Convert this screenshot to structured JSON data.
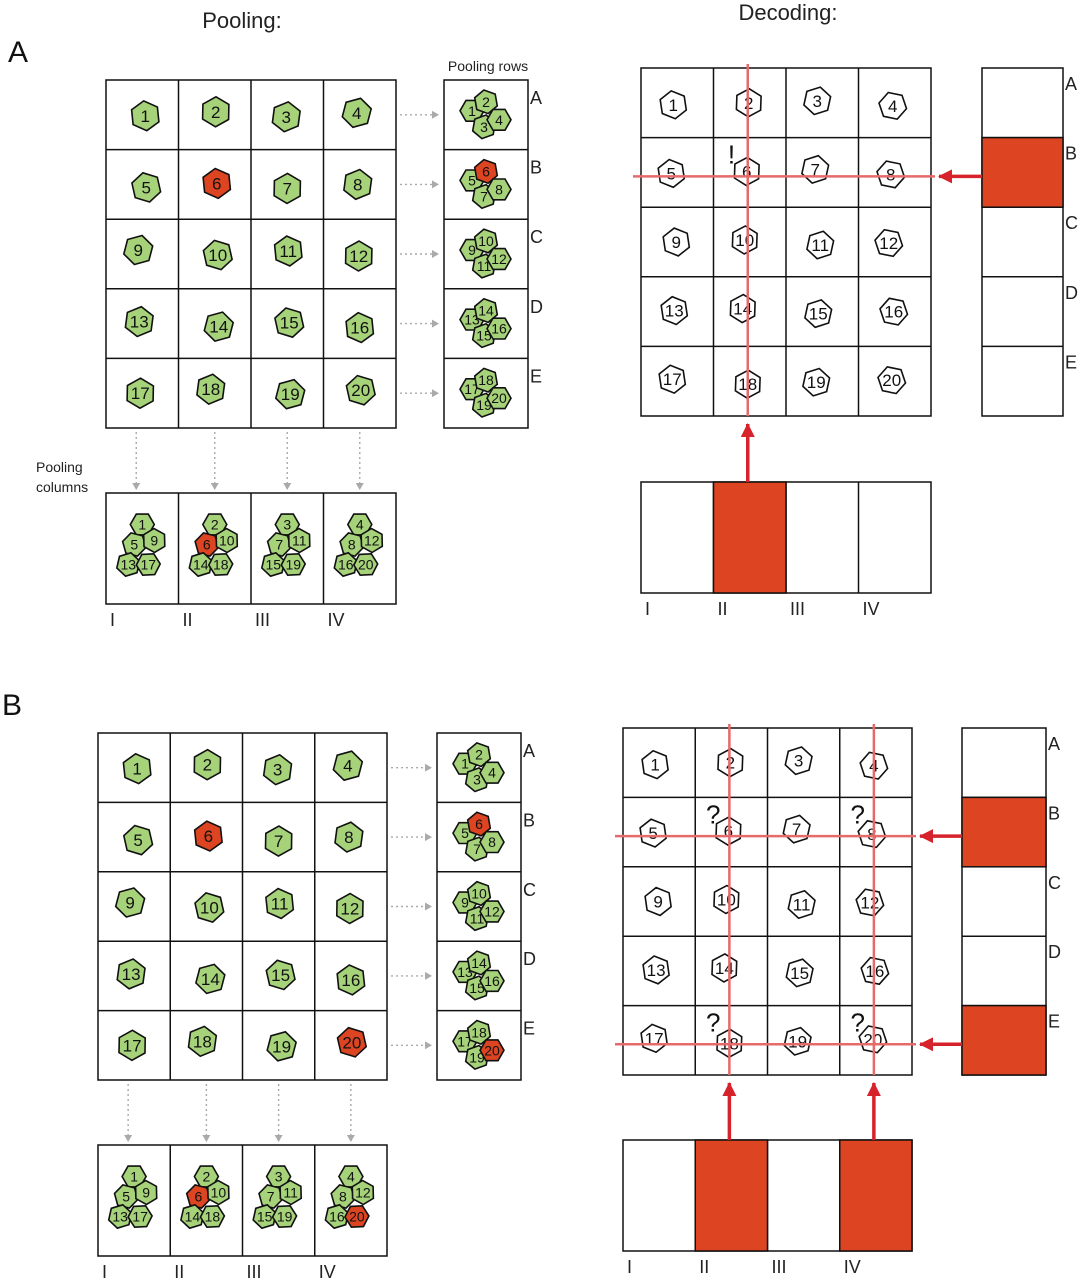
{
  "headings": {
    "pooling": "Pooling:",
    "decoding": "Decoding:"
  },
  "labels": {
    "pooling_rows": "Pooling rows",
    "pooling_columns": "Pooling columns"
  },
  "row_labels": [
    "A",
    "B",
    "C",
    "D",
    "E"
  ],
  "column_labels": [
    "I",
    "II",
    "III",
    "IV"
  ],
  "colors": {
    "green": "#a6d27a",
    "red": "#dd4522",
    "line": "#e76a6a",
    "arrow": "#d6222a",
    "dotted": "#aaaaaa"
  },
  "panels": [
    {
      "letter": "A",
      "positives": [
        6
      ],
      "positive_rows": [
        "B"
      ],
      "positive_columns": [
        "II"
      ],
      "decoding_marks": [
        {
          "symbol": "!",
          "well": 6
        }
      ]
    },
    {
      "letter": "B",
      "positives": [
        6,
        20
      ],
      "positive_rows": [
        "B",
        "E"
      ],
      "positive_columns": [
        "II",
        "IV"
      ],
      "decoding_marks": [
        {
          "symbol": "?",
          "well": 6
        },
        {
          "symbol": "?",
          "well": 8
        },
        {
          "symbol": "?",
          "well": 18
        },
        {
          "symbol": "?",
          "well": 20
        }
      ]
    }
  ]
}
